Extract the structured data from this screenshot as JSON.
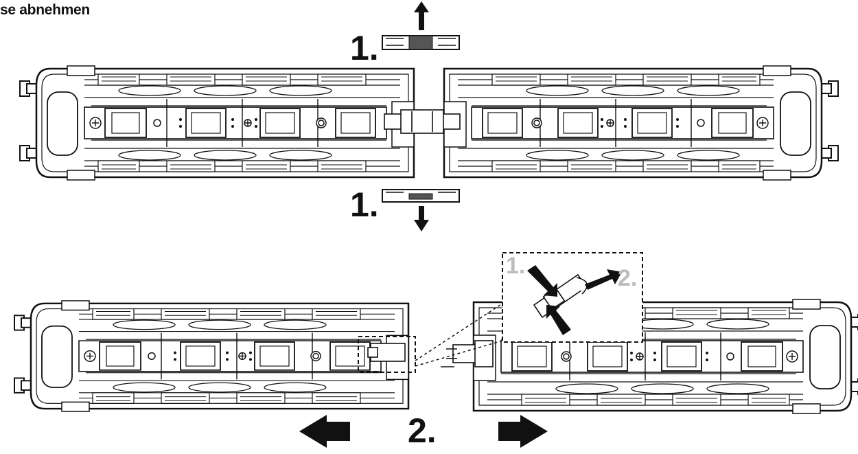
{
  "heading": "se abnehmen",
  "steps": {
    "top": "1.",
    "bottom": "1.",
    "separate": "2.",
    "detail_pinch": "1.",
    "detail_pull": "2."
  },
  "icons": [
    "arrow-up-icon",
    "arrow-down-icon",
    "arrow-left-icon",
    "arrow-right-icon",
    "pinch-arrow-icon",
    "pull-arrow-icon"
  ]
}
